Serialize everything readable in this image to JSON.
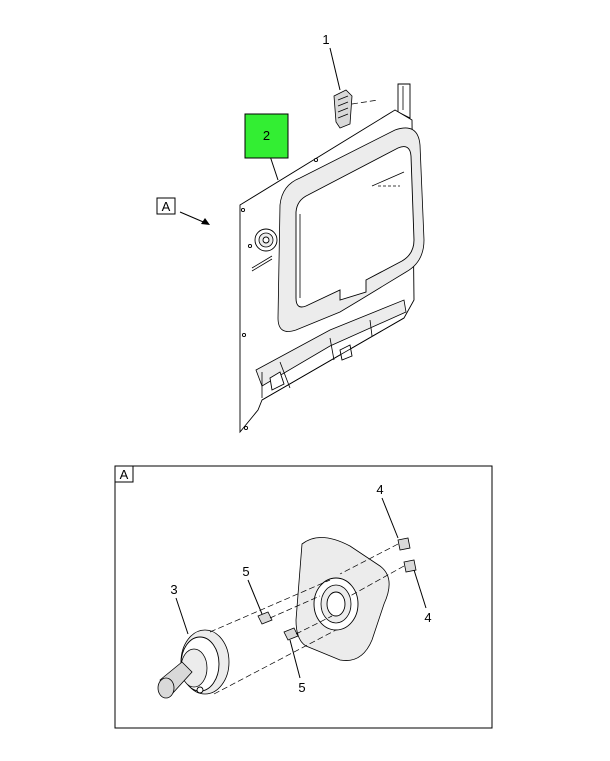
{
  "callouts": {
    "item1": "1",
    "item2": "2",
    "item3": "3",
    "item4_top": "4",
    "item4_bottom": "4",
    "item5_top": "5",
    "item5_bottom": "5"
  },
  "view_labels": {
    "main_ref": "A",
    "detail_ref": "A"
  },
  "highlight_color": "#33ee33"
}
